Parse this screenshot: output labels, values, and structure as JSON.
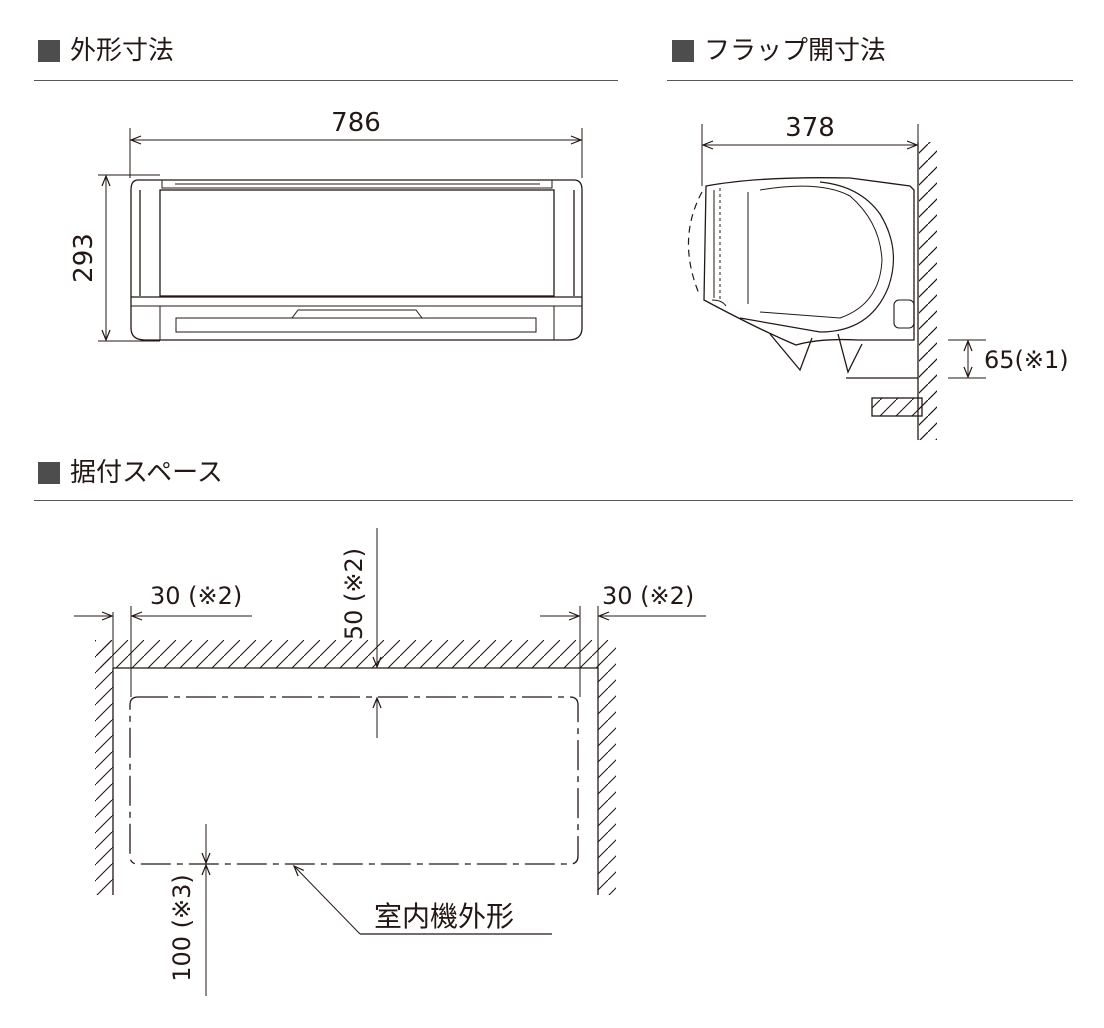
{
  "sections": {
    "outline": {
      "title": "外形寸法"
    },
    "flap": {
      "title": "フラップ開寸法"
    },
    "install": {
      "title": "据付スペース"
    }
  },
  "dimensions": {
    "width": "786",
    "height": "293",
    "flap_depth": "378",
    "flap_clearance": "65(※1)",
    "left_clearance": "30 (※2)",
    "right_clearance": "30 (※2)",
    "top_clearance": "50 (※2)",
    "bottom_clearance": "100 (※3)"
  },
  "labels": {
    "indoor_outline": "室内機外形"
  }
}
